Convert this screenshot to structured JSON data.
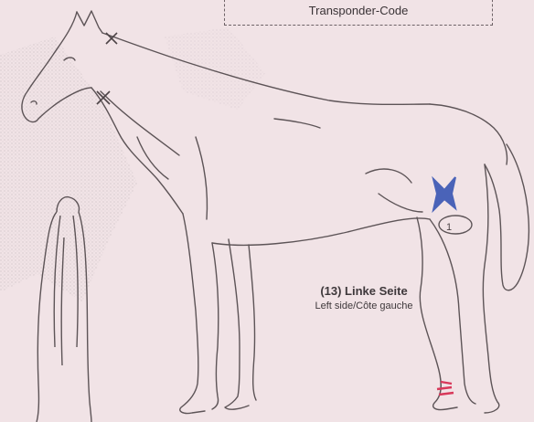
{
  "transponder": {
    "label": "Transponder-Code"
  },
  "view": {
    "title": "(13) Linke Seite",
    "subtitle": "Left side/Côte gauche"
  },
  "marks": {
    "vein_mark_number": "1"
  },
  "colors": {
    "paper": "#f1e3e6",
    "outline": "#5d5457",
    "whorl_blue": "#4a63b8",
    "white_marking_red": "#d8385a"
  }
}
